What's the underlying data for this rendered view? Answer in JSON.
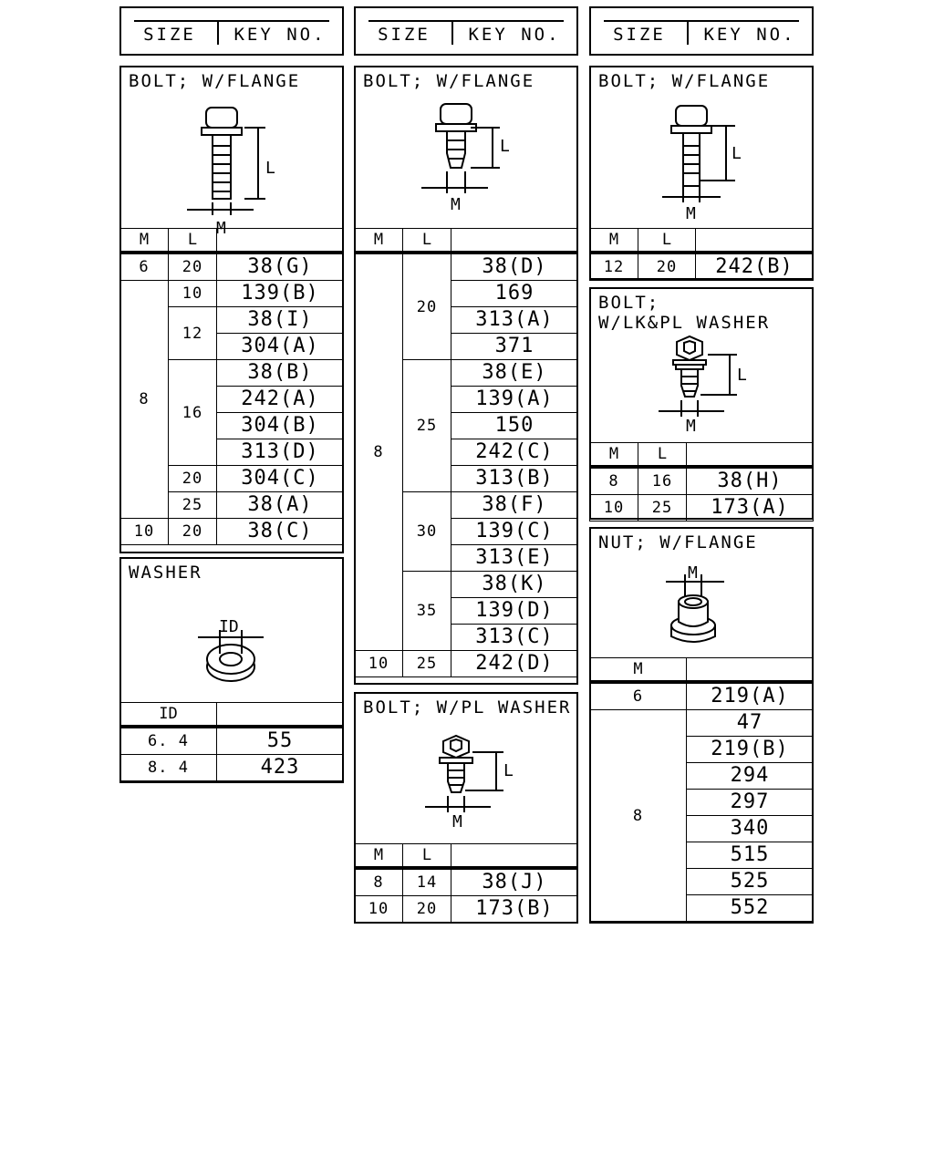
{
  "header": {
    "size_label": "SIZE",
    "key_label": "KEY NO."
  },
  "col_m": "M",
  "col_l": "L",
  "col_id": "ID",
  "dim_l": "L",
  "dim_m": "M",
  "dim_id": "ID",
  "bolt_flange_1": {
    "title": "BOLT; W/FLANGE",
    "rows": [
      {
        "m": "6",
        "l": "20",
        "key": "38(G)"
      },
      {
        "m": "8",
        "l": "10",
        "key": "139(B)"
      },
      {
        "l": "12",
        "key": "38(I)"
      },
      {
        "key": "304(A)"
      },
      {
        "l": "16",
        "key": "38(B)"
      },
      {
        "key": "242(A)"
      },
      {
        "key": "304(B)"
      },
      {
        "key": "313(D)"
      },
      {
        "l": "20",
        "key": "304(C)"
      },
      {
        "l": "25",
        "key": "38(A)"
      },
      {
        "m": "10",
        "l": "20",
        "key": "38(C)"
      }
    ]
  },
  "washer": {
    "title": "WASHER",
    "rows": [
      {
        "id": "6. 4",
        "key": "55"
      },
      {
        "id": "8. 4",
        "key": "423"
      }
    ]
  },
  "bolt_flange_2": {
    "title": "BOLT; W/FLANGE",
    "rows": [
      {
        "m": "8",
        "l": "20",
        "key": "38(D)"
      },
      {
        "key": "169"
      },
      {
        "key": "313(A)"
      },
      {
        "key": "371"
      },
      {
        "l": "25",
        "key": "38(E)"
      },
      {
        "key": "139(A)"
      },
      {
        "key": "150"
      },
      {
        "key": "242(C)"
      },
      {
        "key": "313(B)"
      },
      {
        "l": "30",
        "key": "38(F)"
      },
      {
        "key": "139(C)"
      },
      {
        "key": "313(E)"
      },
      {
        "l": "35",
        "key": "38(K)"
      },
      {
        "key": "139(D)"
      },
      {
        "key": "313(C)"
      },
      {
        "m": "10",
        "l": "25",
        "key": "242(D)"
      }
    ]
  },
  "bolt_pl_washer": {
    "title": "BOLT; W/PL WASHER",
    "rows": [
      {
        "m": "8",
        "l": "14",
        "key": "38(J)"
      },
      {
        "m": "10",
        "l": "20",
        "key": "173(B)"
      }
    ]
  },
  "bolt_flange_3": {
    "title": "BOLT; W/FLANGE",
    "rows": [
      {
        "m": "12",
        "l": "20",
        "key": "242(B)"
      }
    ]
  },
  "bolt_lk_pl": {
    "title": "BOLT;\nW/LK&PL WASHER",
    "rows": [
      {
        "m": "8",
        "l": "16",
        "key": "38(H)"
      },
      {
        "m": "10",
        "l": "25",
        "key": "173(A)"
      }
    ]
  },
  "nut_flange": {
    "title": "NUT; W/FLANGE",
    "rows": [
      {
        "m": "6",
        "key": "219(A)"
      },
      {
        "m": "8",
        "key": "47"
      },
      {
        "key": "219(B)"
      },
      {
        "key": "294"
      },
      {
        "key": "297"
      },
      {
        "key": "340"
      },
      {
        "key": "515"
      },
      {
        "key": "525"
      },
      {
        "key": "552"
      }
    ]
  }
}
